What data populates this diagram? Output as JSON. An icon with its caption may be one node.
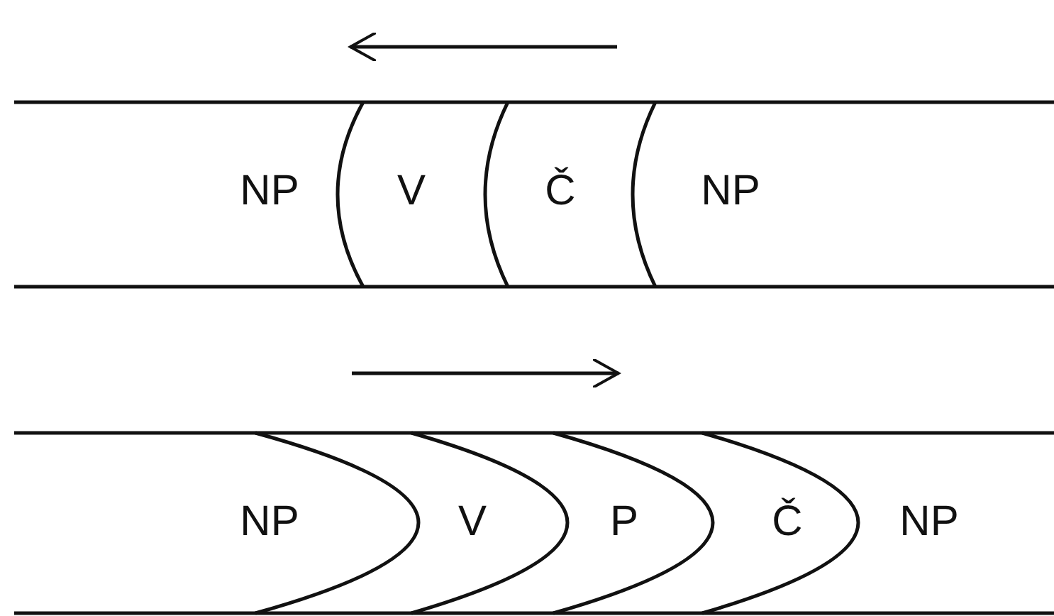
{
  "diagram": {
    "labels": [
      "NP",
      "V",
      "Č",
      "NP",
      "NP",
      "V",
      "P",
      "Č",
      "NP"
    ]
  }
}
